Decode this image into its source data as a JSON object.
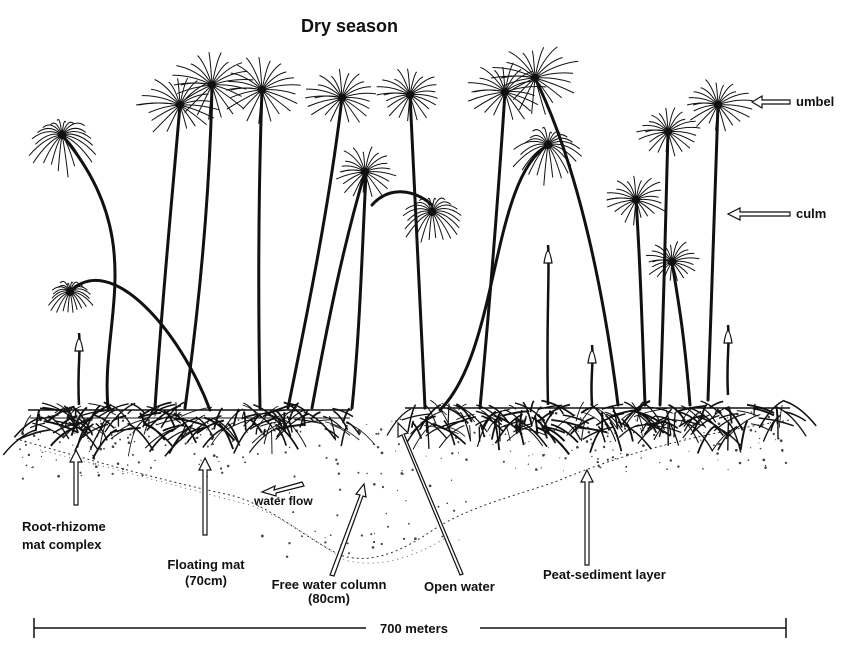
{
  "title": "Dry season",
  "labels": {
    "umbel": "umbel",
    "culm": "culm",
    "water_flow": "water flow",
    "root_rhizome_line1": "Root-rhizome",
    "root_rhizome_line2": "mat complex",
    "floating_mat_line1": "Floating mat",
    "floating_mat_line2": "(70cm)",
    "free_water_line1": "Free water column",
    "free_water_line2": "(80cm)",
    "open_water": "Open water",
    "peat_sediment": "Peat-sediment layer",
    "scale": "700 meters"
  },
  "colors": {
    "ink": "#111111",
    "arrow_fill": "#ffffff",
    "background": "#ffffff"
  }
}
